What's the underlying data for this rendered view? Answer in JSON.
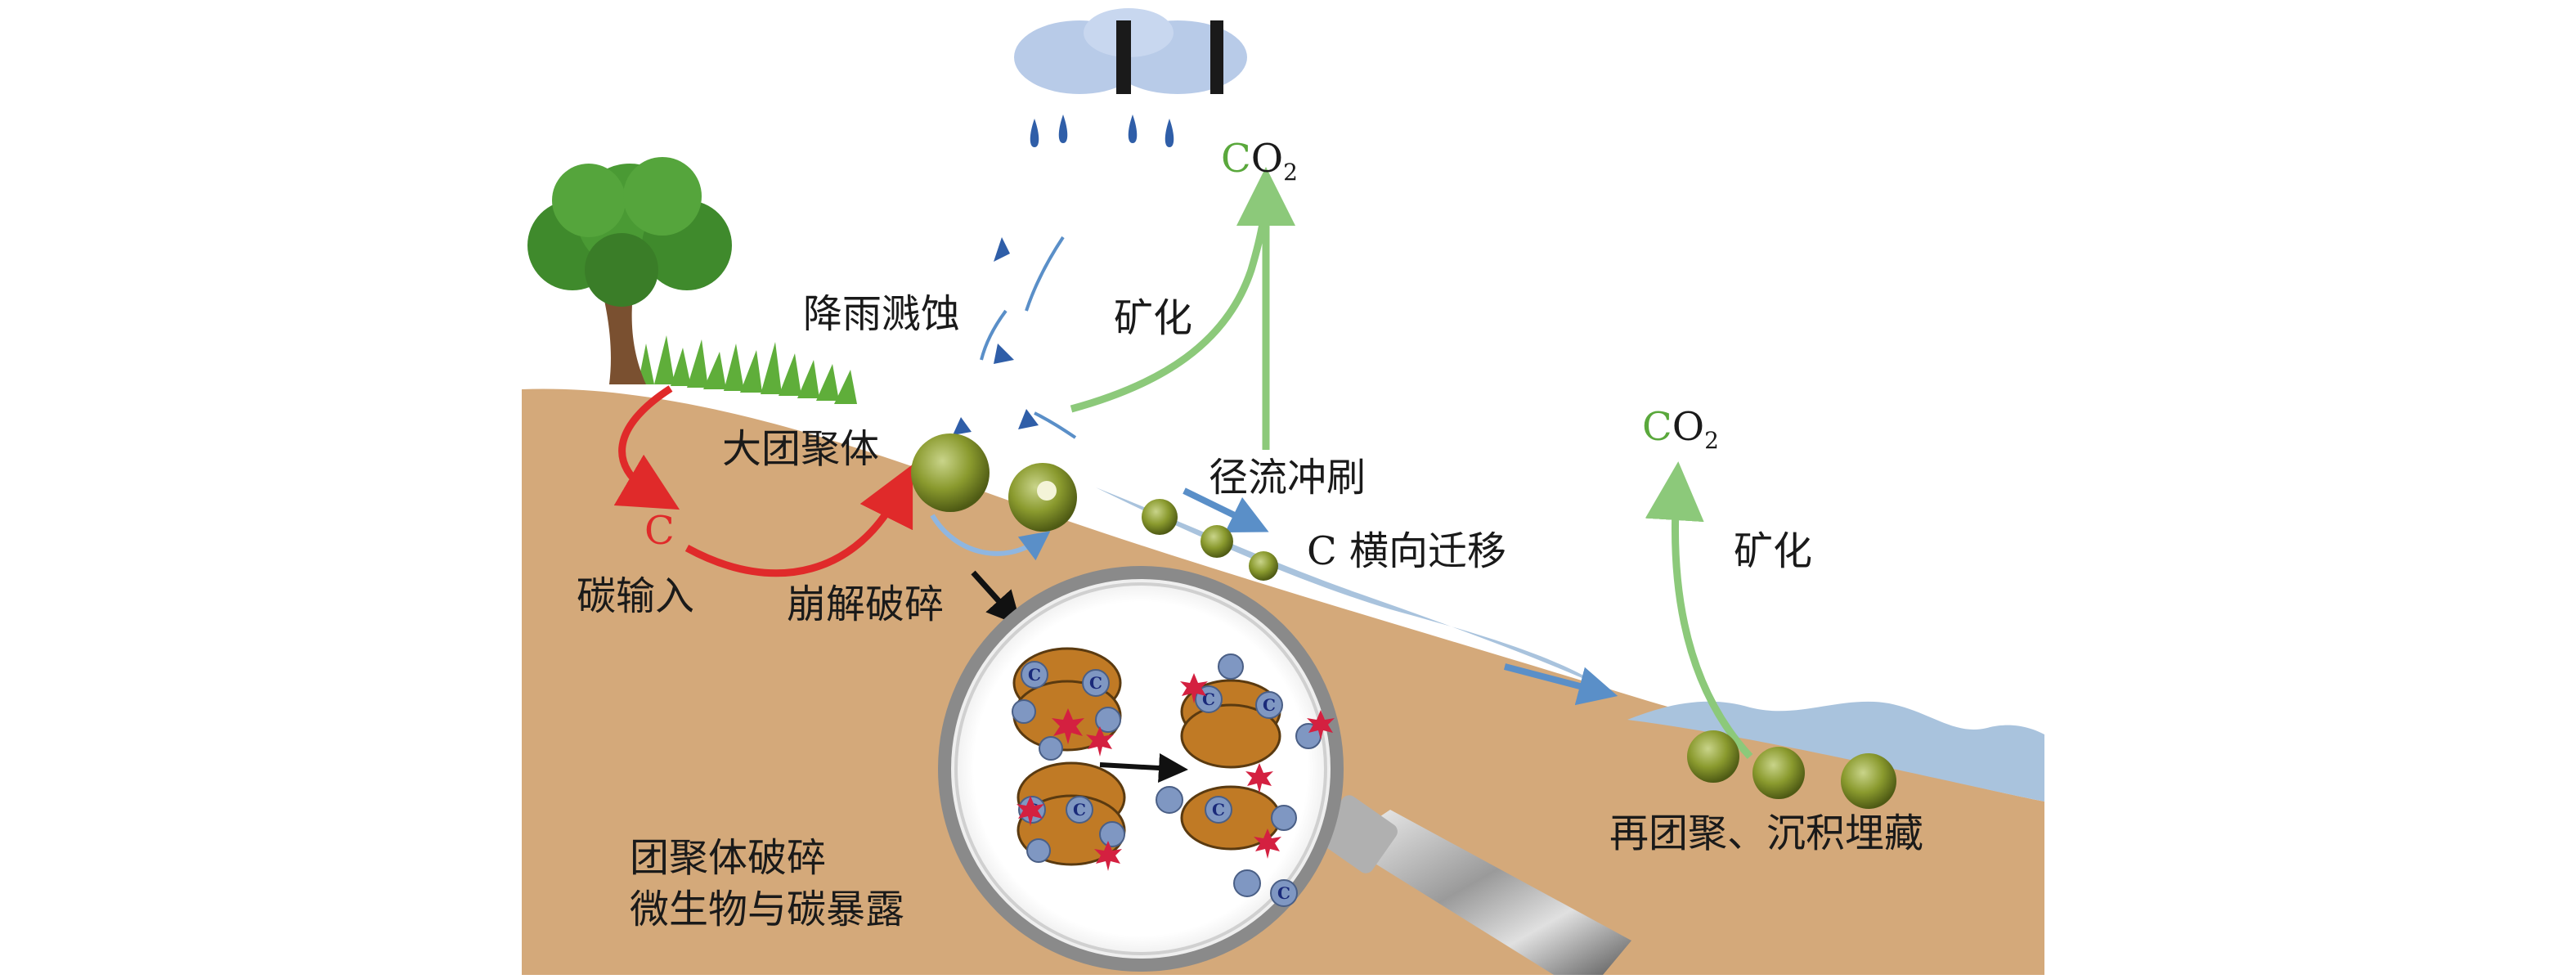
{
  "labels": {
    "rain_splash": "降雨溅蚀",
    "mineralization_1": "矿化",
    "mineralization_2": "矿化",
    "co2_1_c": "C",
    "co2_1_o": "O",
    "co2_1_sub": "2",
    "co2_2_c": "C",
    "co2_2_o": "O",
    "co2_2_sub": "2",
    "macroaggregate": "大团聚体",
    "runoff": "径流冲刷",
    "lateral": "C 横向迁移",
    "carbon_symbol": "C",
    "carbon_input": "碳输入",
    "breakdown": "崩解破碎",
    "re_aggregation": "再团聚、沉积埋藏",
    "exposure_line1": "团聚体破碎",
    "exposure_line2": "微生物与碳暴露",
    "particle_c": "C"
  },
  "colors": {
    "soil": "#d4a97a",
    "water": "#a9c3dd",
    "green_arrow": "#8cc97a",
    "red_arrow": "#e02a2a",
    "blue_arrow": "#5a8fc8",
    "cloud": "#b8cbe8",
    "co2_c": "#5aa83c",
    "aggregate": "#6b7a1e"
  }
}
